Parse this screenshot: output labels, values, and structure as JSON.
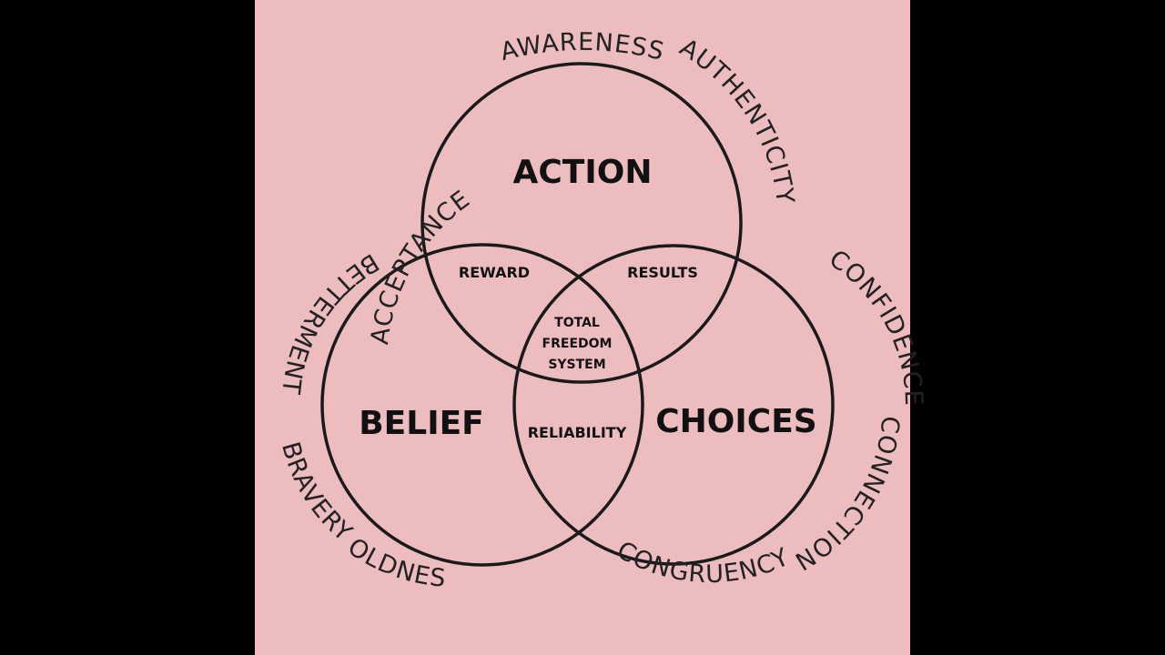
{
  "colors": {
    "background": "#000000",
    "panel": "#ecbcbf",
    "ink": "#1a1a1a"
  },
  "circles": {
    "action": "ACTION",
    "belief": "BELIEF",
    "choices": "CHOICES"
  },
  "overlaps": {
    "action_belief": "REWARD",
    "action_choices": "RESULTS",
    "belief_choices": "RELIABILITY",
    "center": [
      "TOTAL",
      "FREEDOM",
      "SYSTEM"
    ]
  },
  "outer_words": {
    "acceptance": "ACCEPTANCE",
    "awareness": "AWARENESS",
    "authenticity": "AUTHENTICITY",
    "confidence": "CONFIDENCE",
    "connection": "CONNECTION",
    "congruency": "CONGRUENCY",
    "boldness": "BOLDNESS",
    "bravery": "BRAVERY",
    "betterment": "BETTERMENT"
  }
}
